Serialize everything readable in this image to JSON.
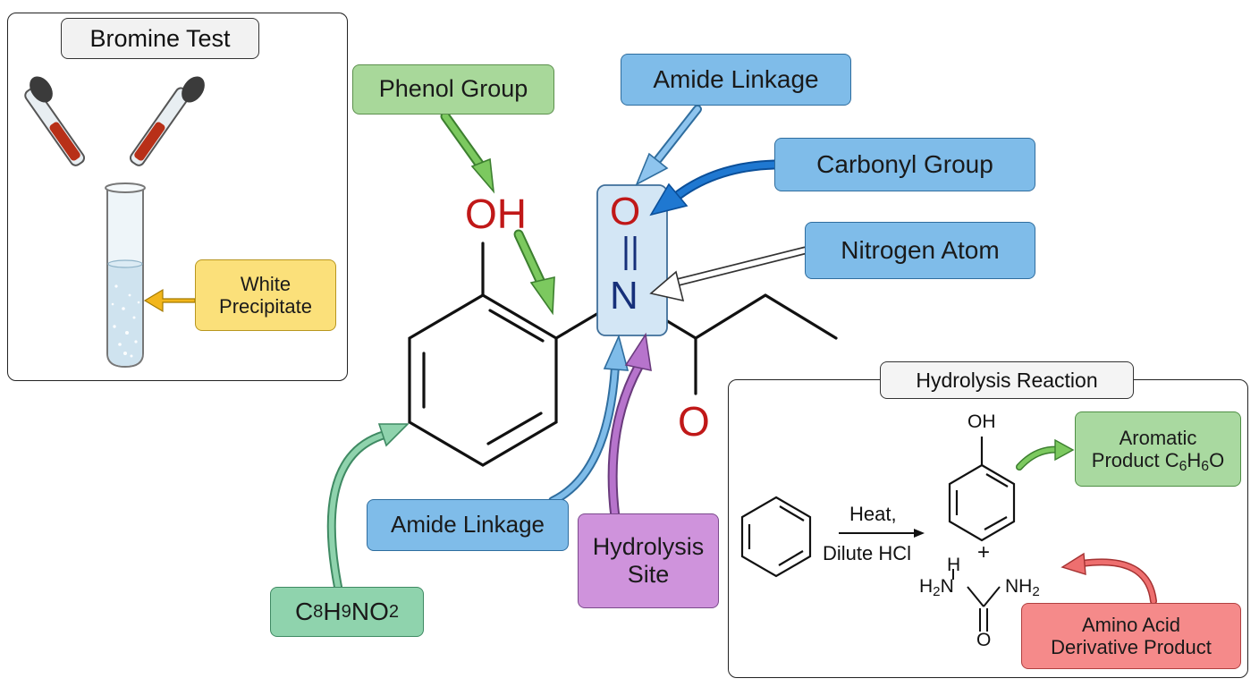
{
  "bromine_test": {
    "title": "Bromine Test",
    "callout": [
      "White",
      "Precipitate"
    ]
  },
  "molecule": {
    "atoms": {
      "oh": "OH",
      "o_top": "O",
      "n": "N",
      "o_bottom": "O"
    }
  },
  "labels": {
    "phenol_group": "Phenol Group",
    "amide_linkage_top": "Amide Linkage",
    "carbonyl_group": "Carbonyl Group",
    "nitrogen_atom": "Nitrogen Atom",
    "amide_linkage_bottom": "Amide Linkage",
    "hydrolysis_site": [
      "Hydrolysis",
      "Site"
    ],
    "formula": {
      "c": "C",
      "c_sub": "8",
      "h": "H",
      "h_sub": "9",
      "rest": "NO",
      "o_sub": "2"
    }
  },
  "hydrolysis": {
    "title": "Hydrolysis Reaction",
    "condition_top": "Heat,",
    "condition_bottom": "Dilute HCl",
    "plus": "+",
    "oh": "OH",
    "urea": {
      "h_top": "H",
      "left": "H",
      "left_sub": "2",
      "left_n": "N",
      "right_n": "NH",
      "right_sub": "2",
      "o": "O"
    },
    "aromatic_product": {
      "line1": "Aromatic",
      "line2_prefix": "Product C",
      "sub1": "6",
      "h": "H",
      "sub2": "6",
      "suffix": "O"
    },
    "amino_product": [
      "Amino Acid",
      "Derivative Product"
    ]
  }
}
